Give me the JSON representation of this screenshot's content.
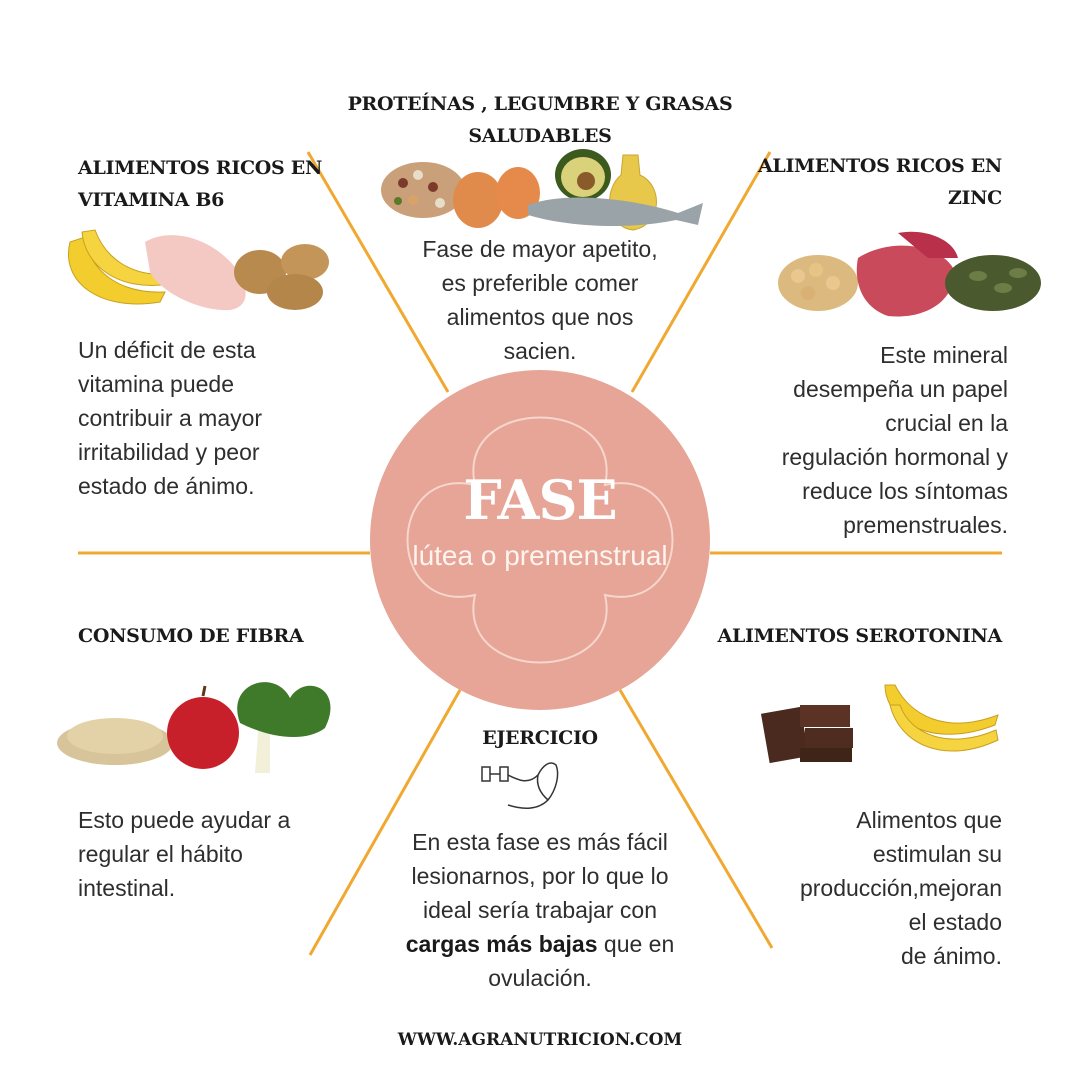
{
  "center": {
    "title": "FASE",
    "subtitle": "lútea o premenstrual"
  },
  "sections": {
    "proteins": {
      "heading_1": "PROTEÍNAS , LEGUMBRE Y GRASAS",
      "heading_2": "SALUDABLES",
      "text": [
        "Fase de mayor apetito,",
        "es preferible comer",
        "alimentos que nos",
        "sacien."
      ],
      "image": "legumes-eggs-avocado-oil-fish-illustration"
    },
    "b6": {
      "heading_1": "ALIMENTOS RICOS EN",
      "heading_2": "VITAMINA B6",
      "text": [
        "Un déficit de esta",
        "vitamina puede",
        "contribuir a mayor",
        "irritabilidad y peor",
        "estado de ánimo."
      ],
      "image": "banana-chicken-potatoes-illustration"
    },
    "zinc": {
      "heading_1": "ALIMENTOS RICOS EN",
      "heading_2": "ZINC",
      "text": [
        "Este mineral",
        "desempeña un papel",
        "crucial en la",
        "regulación hormonal y",
        "reduce los síntomas",
        "premenstruales."
      ],
      "image": "chickpeas-meat-seeds-illustration"
    },
    "fiber": {
      "heading": "CONSUMO DE FIBRA",
      "text": [
        "Esto puede ayudar a",
        "regular el hábito",
        "intestinal."
      ],
      "image": "oats-apple-chard-illustration"
    },
    "exercise": {
      "heading": "EJERCICIO",
      "text_1": "En esta fase es más fácil",
      "text_2": "lesionarnos, por lo que lo",
      "text_3": "ideal sería trabajar con",
      "text_bold": "cargas más bajas",
      "text_4": " que en",
      "text_5": "ovulación.",
      "image": "arm-dumbbell-icon"
    },
    "serotonin": {
      "heading": "ALIMENTOS SEROTONINA",
      "text": [
        "Alimentos que",
        "estimulan su",
        "producción,mejoran",
        "el estado",
        "de ánimo."
      ],
      "image": "chocolate-banana-illustration"
    }
  },
  "footer": "WWW.AGRANUTRICION.COM",
  "colors": {
    "accent_line": "#f0a830",
    "flower": "#e6a596",
    "flower_outline": "#f7dcd3"
  }
}
